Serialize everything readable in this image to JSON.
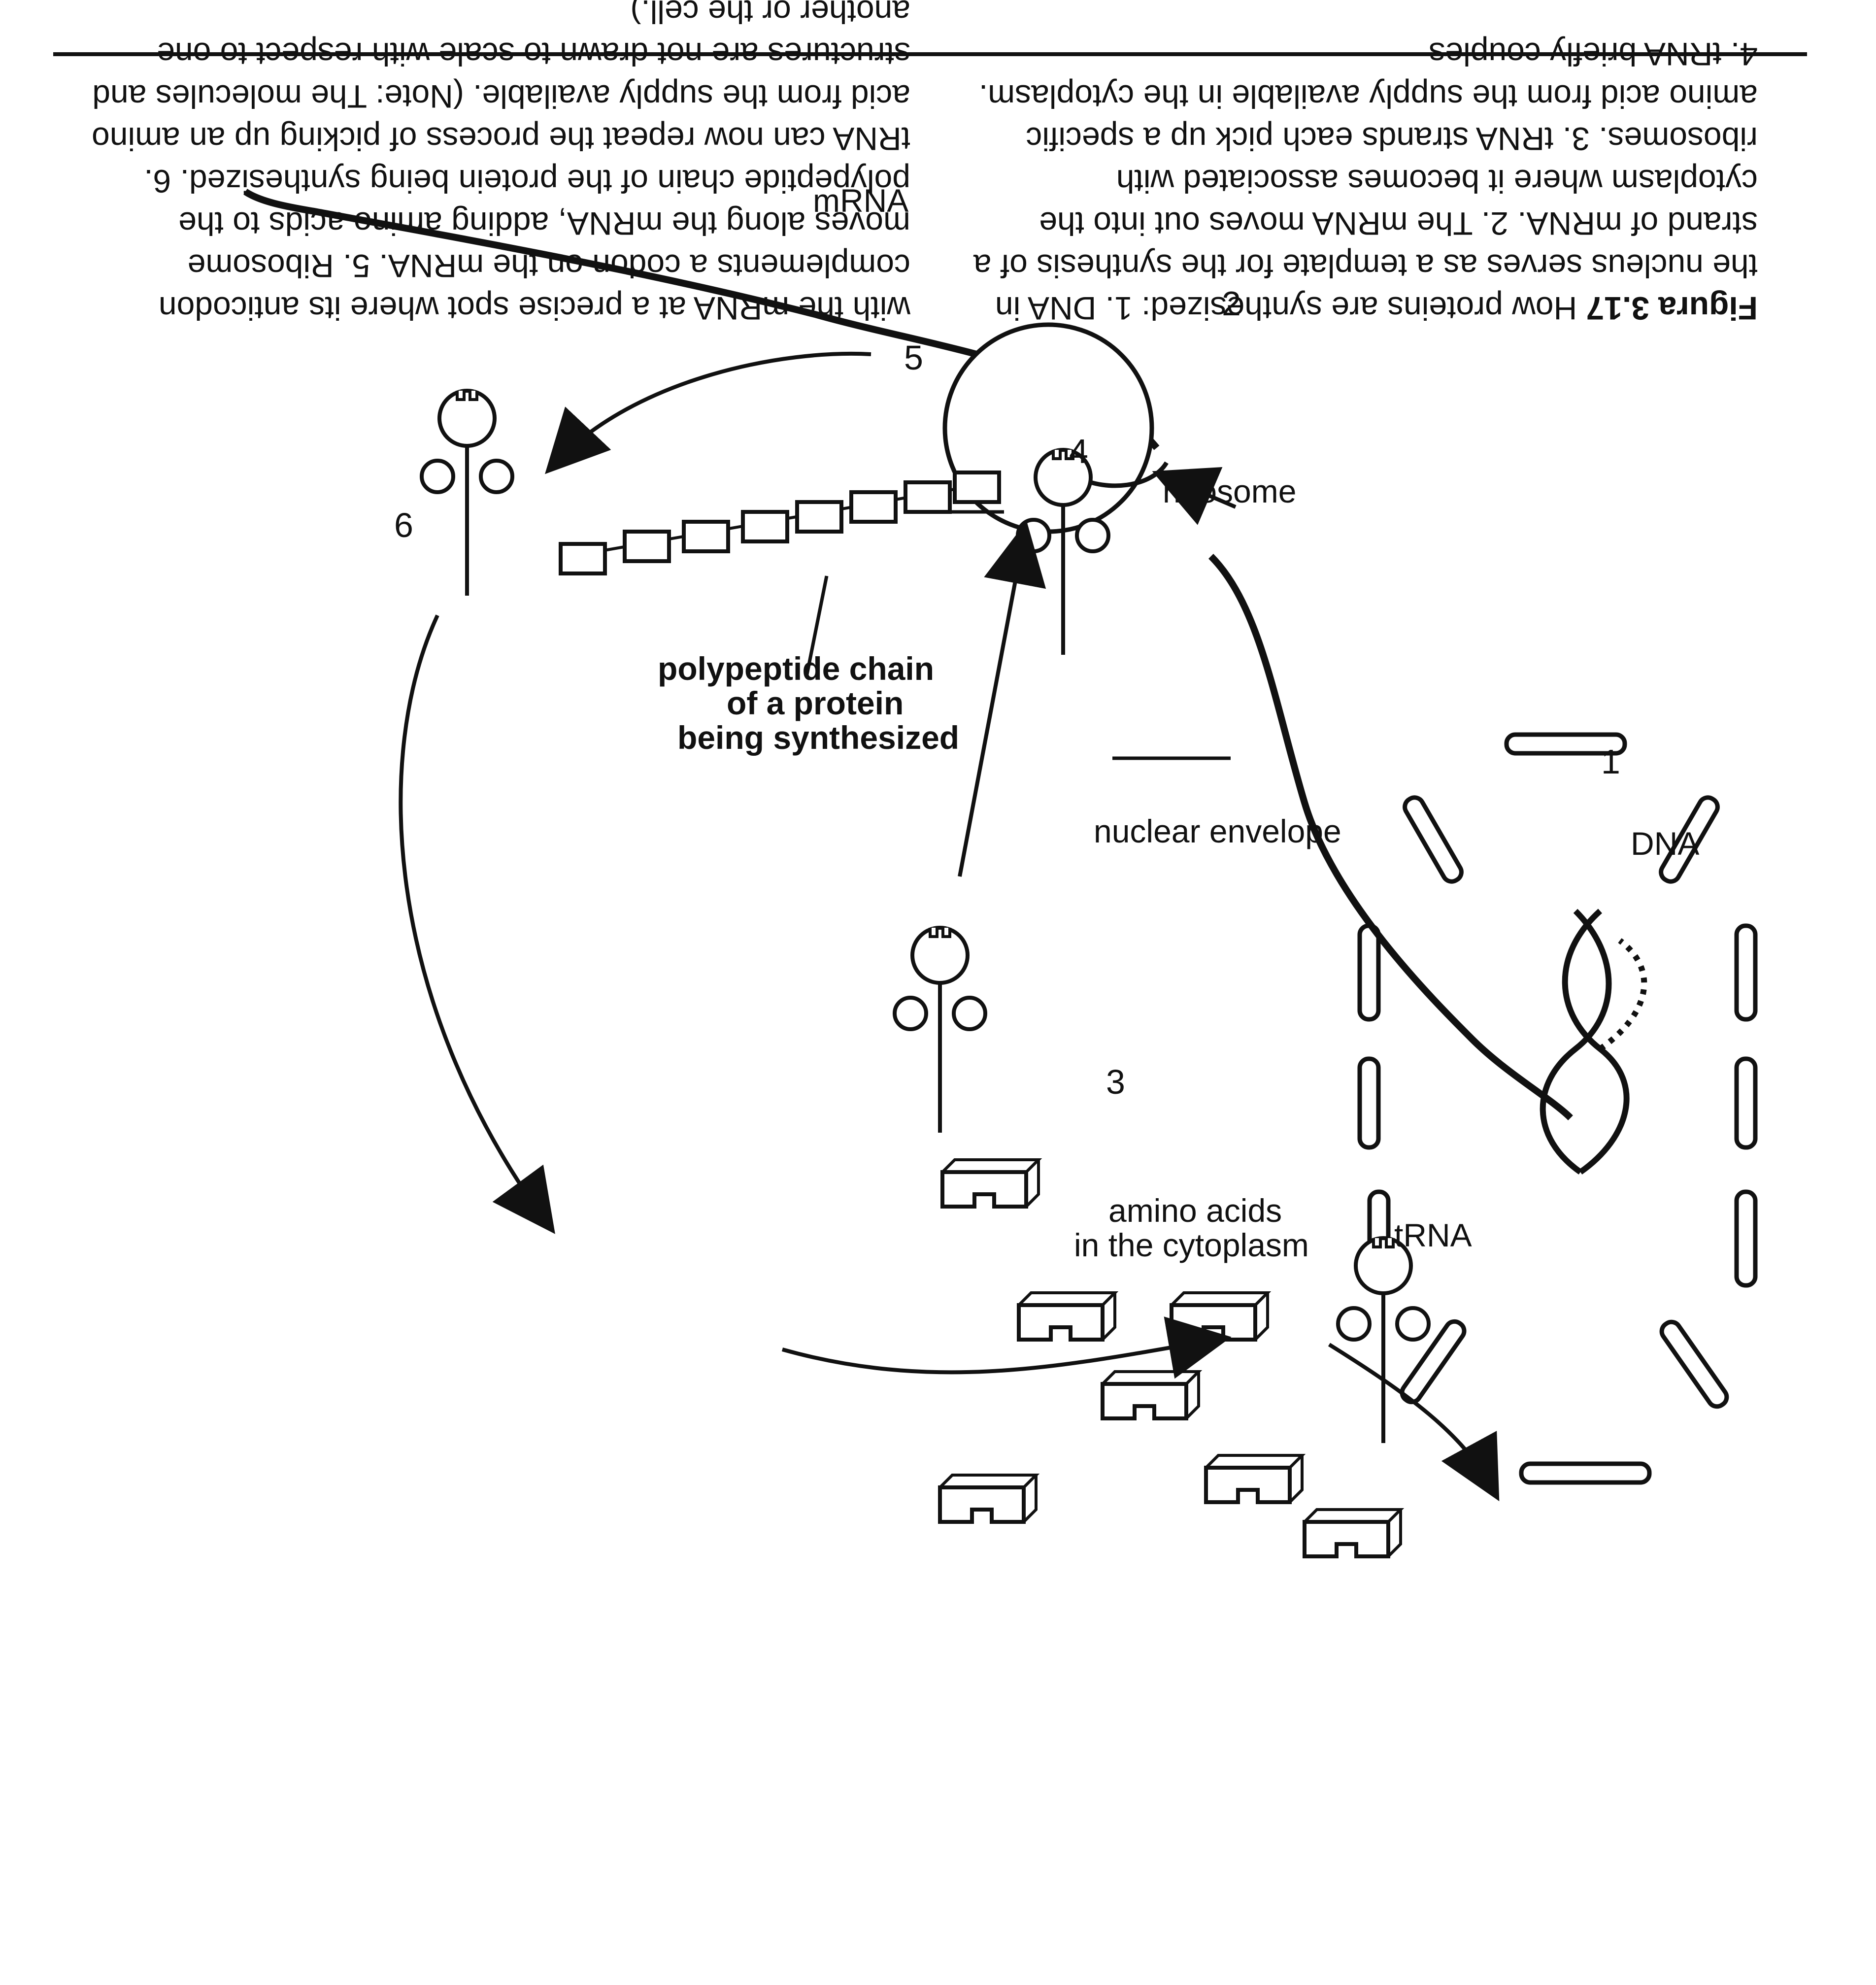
{
  "caption": {
    "figure_label": "Figura 3.17",
    "left_column": "How proteins are synthesized: 1. DNA in the nucleus serves as a template for the synthesis of a strand of mRNA. 2. The mRNA moves out into the cytoplasm where it becomes associated with ribosomes. 3. tRNA strands each pick up a specific amino acid from the supply available in the cytoplasm. 4. tRNA briefly couples",
    "right_column": "with the mRNA at a precise spot where its anticodon complements a codon on the mRNA. 5. Ribosome moves along the mRNA, adding amino acids to the polypeptide chain of the protein being synthesized. 6. tRNA can now repeat the process of picking up an amino acid from the supply available. (Note: The molecules and structures are not drawn to scale with respect to one another or the cell.)"
  },
  "labels": {
    "trna": "tRNA",
    "amino_acids_line1": "amino acids",
    "amino_acids_line2": "in the cytoplasm",
    "nuclear_envelope": "nuclear envelope",
    "dna": "DNA",
    "ribosome": "ribosome",
    "mrna": "mRNA",
    "polypeptide_line1": "polypeptide chain",
    "polypeptide_line2": "of a protein",
    "polypeptide_line3": "being synthesized"
  },
  "steps": [
    "1",
    "2",
    "3",
    "4",
    "5",
    "6"
  ],
  "colors": {
    "ink": "#111111",
    "paper": "#ffffff"
  },
  "orientation": "upside-down"
}
